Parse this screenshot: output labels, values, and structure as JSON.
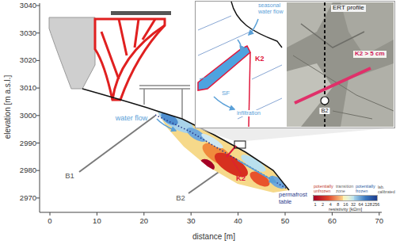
{
  "diagram": {
    "labels": [
      "elevation [m a.s.l.]",
      "3040",
      "3030",
      "3020",
      "3010",
      "3000",
      "2990",
      "2980",
      "2970",
      "distance [m]",
      "0",
      "10",
      "20",
      "30",
      "40",
      "50",
      "60",
      "70",
      "B1",
      "water flow",
      "K2",
      "B2",
      "permafrost table",
      "seasonal water flow",
      "K2",
      "SF",
      "infiltration",
      "ERT profile",
      "K2 > 5 cm",
      "B2",
      "lab. calibrated",
      "1",
      "2",
      "4",
      "8",
      "16",
      "32",
      "64",
      "128",
      "256",
      "resistivity [kΩm]"
    ],
    "legend": [
      {
        "text": "potentially unfrozen",
        "color": "#e0452b"
      },
      {
        "text": "transition zone",
        "color": "#e6f2d8"
      },
      {
        "text": "potentially frozen",
        "color": "#3a78c0"
      }
    ]
  }
}
